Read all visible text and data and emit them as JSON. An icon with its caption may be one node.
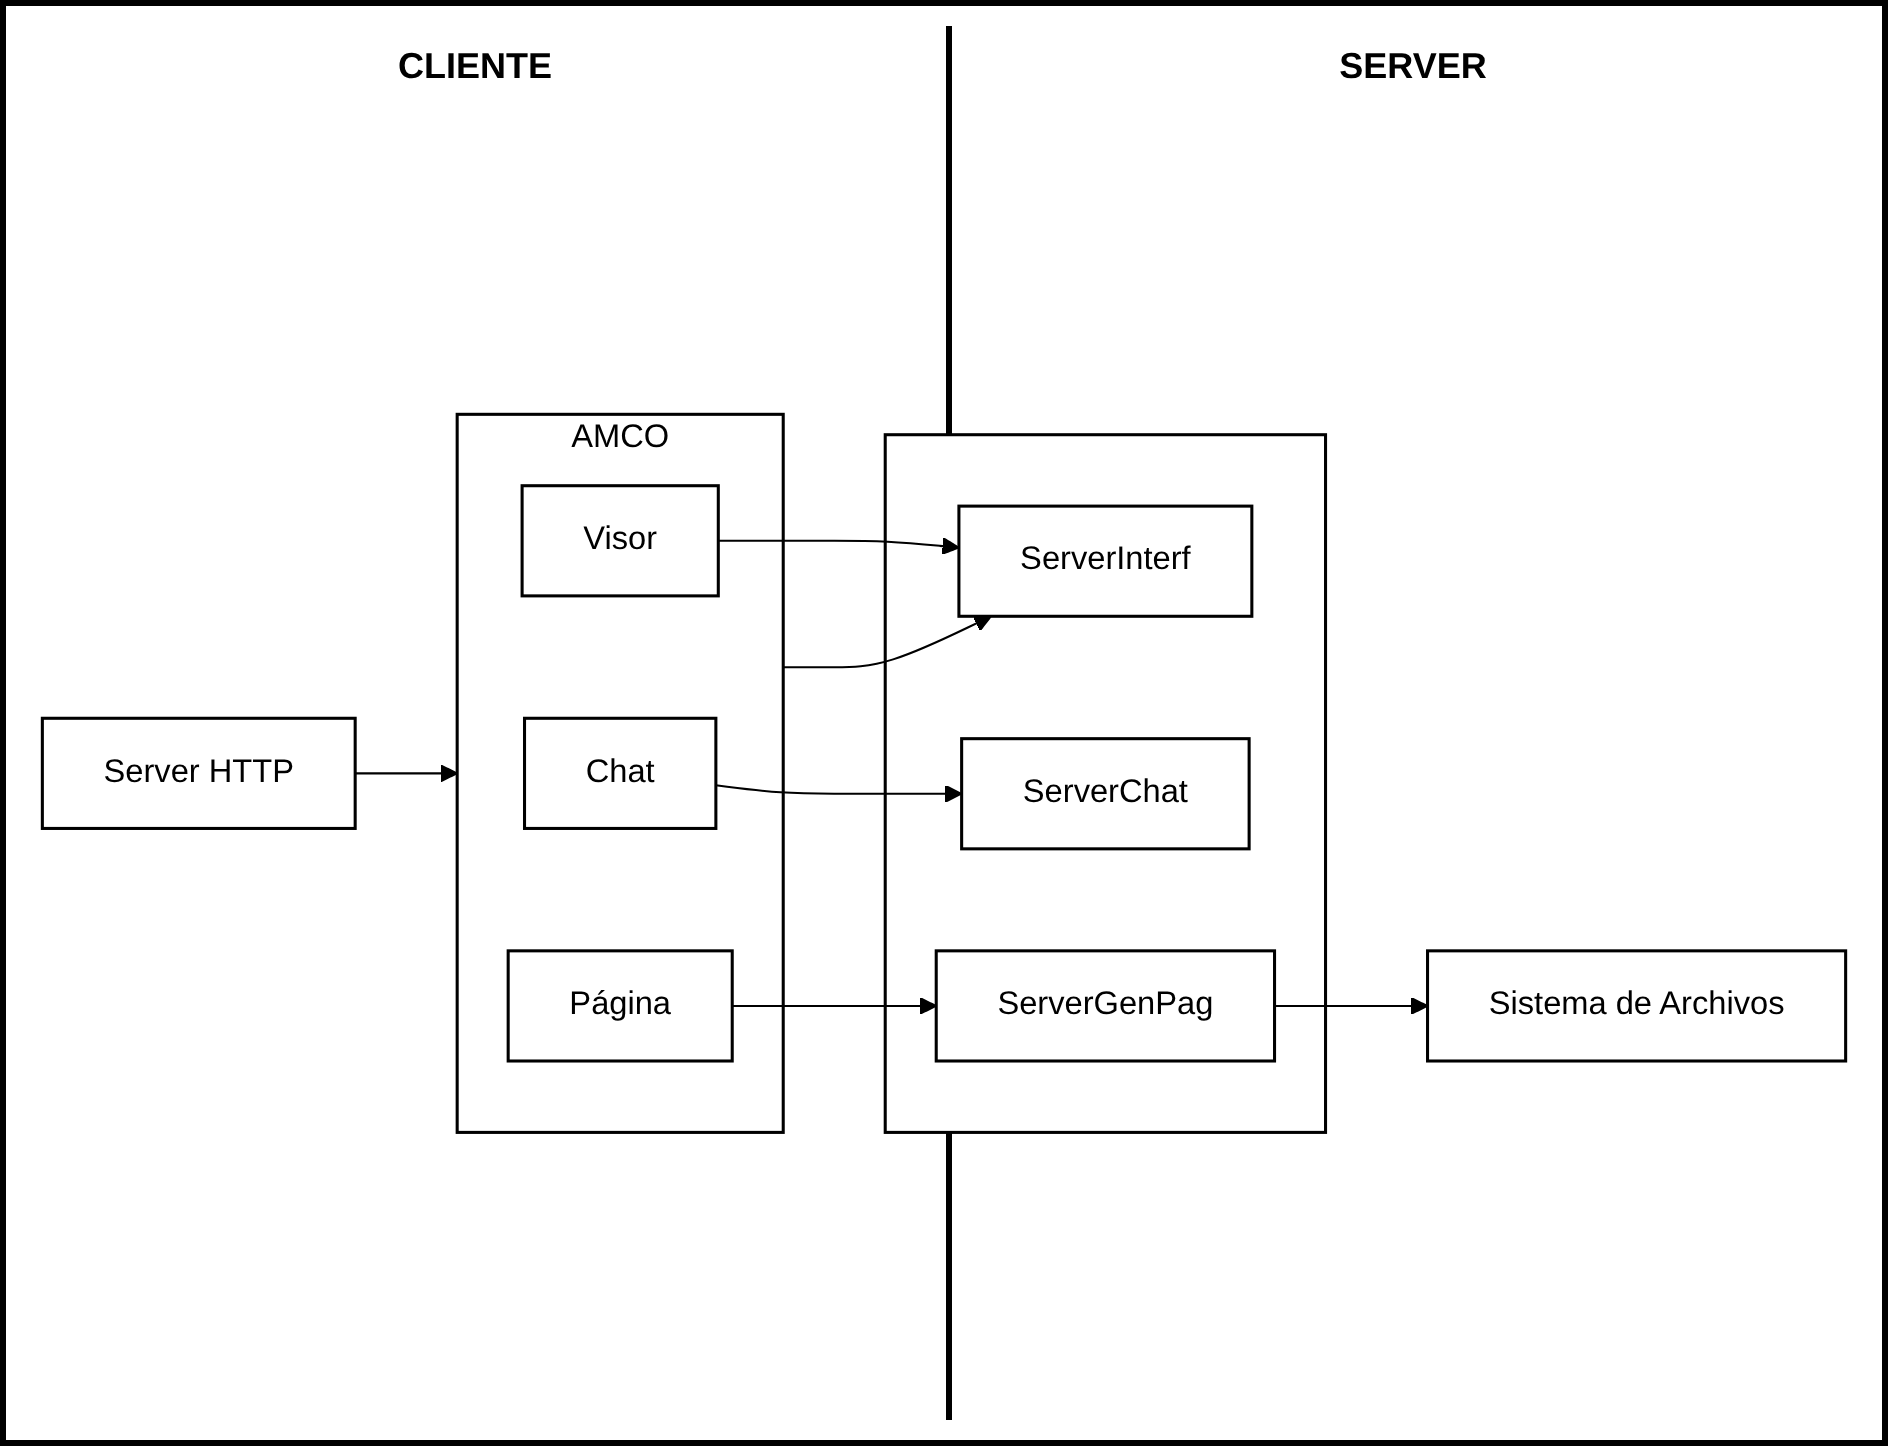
{
  "diagram": {
    "nodes": [
      {
        "text": [
          "Server HTTP"
        ]
      },
      {
        "text": [
          "AMCO"
        ]
      },
      {
        "text": [
          "Visor"
        ],
        "in": 1
      },
      {
        "text": [
          "Chat"
        ],
        "in": 1
      },
      {
        "text": [
          "Página"
        ],
        "in": 1
      },
      {
        "text": [],
        "shape": "box"
      },
      {
        "text": [
          "ServerInterf"
        ],
        "in": 5
      },
      {
        "text": [
          "ServerChat"
        ],
        "in": 5
      },
      {
        "text": [
          "ServerGenPag"
        ],
        "in": 5
      },
      {
        "text": [
          "Sistema de Archivos"
        ]
      }
    ],
    "edges": [
      {
        "from": 0,
        "to": 1,
        "arrow": "to"
      },
      {
        "from": 1,
        "to": 6,
        "arrow": "to"
      },
      {
        "from": 2,
        "to": 6,
        "arrow": "to"
      },
      {
        "from": 3,
        "to": 7,
        "arrow": "to"
      },
      {
        "from": 4,
        "to": 8,
        "arrow": "to"
      },
      {
        "from": 8,
        "to": 9,
        "arrow": "to"
      }
    ],
    "labels": [
      "CLIENTE",
      "SERVER"
    ]
  }
}
